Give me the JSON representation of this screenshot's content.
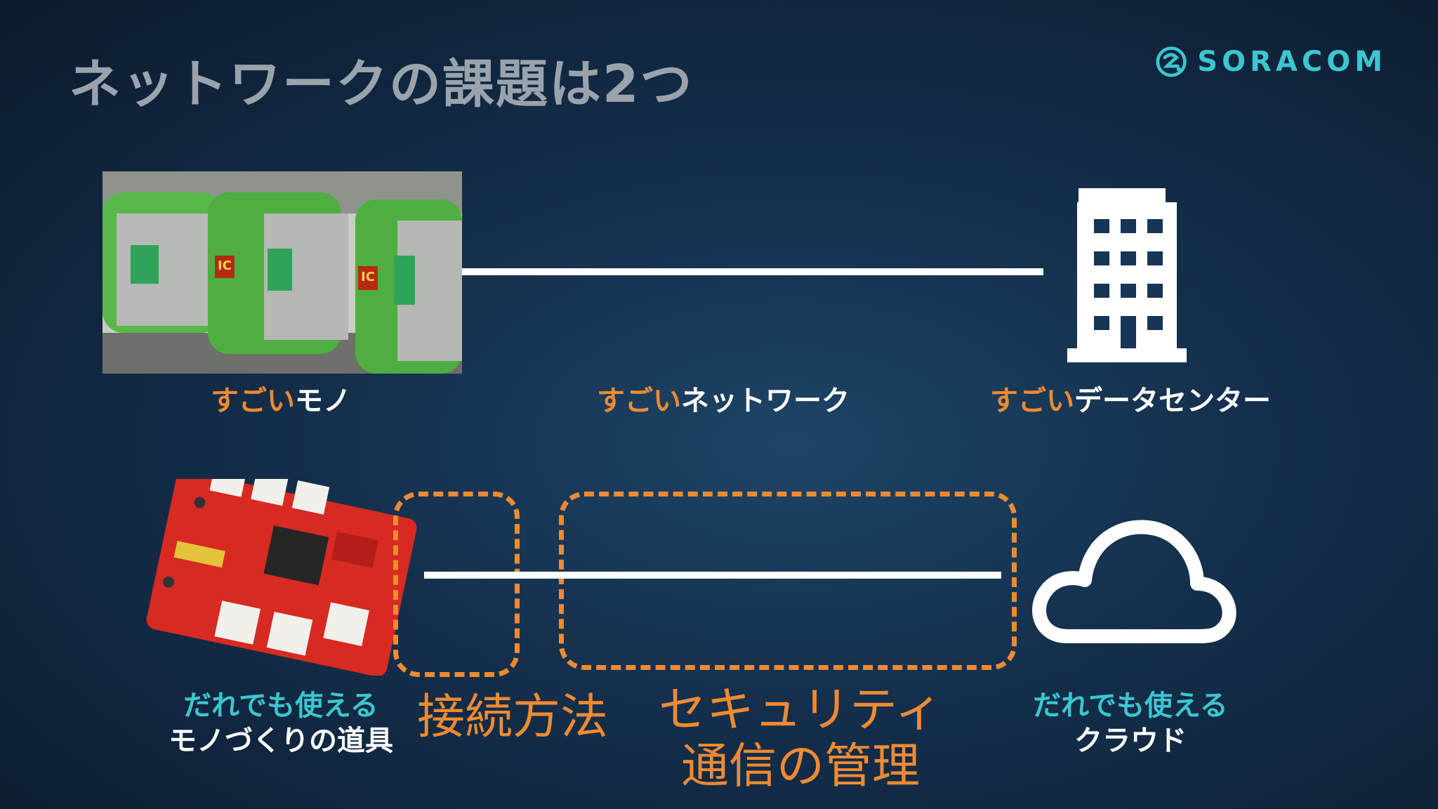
{
  "slide": {
    "title": "ネットワークの課題は2つ",
    "logo_text": "SORACOM"
  },
  "top_row": {
    "thing": {
      "prefix": "すごい",
      "suffix": "モノ"
    },
    "network": {
      "prefix": "すごい",
      "suffix": "ネットワーク"
    },
    "datacenter": {
      "prefix": "すごい",
      "suffix": "データセンター"
    },
    "photo_gate_text_1": "IC",
    "photo_gate_text_2": "IC"
  },
  "bottom_row": {
    "maker": {
      "line1": "だれでも使える",
      "line2": "モノづくりの道具"
    },
    "connection": "接続方法",
    "security": {
      "line1": "セキュリティ",
      "line2": "通信の管理"
    },
    "cloud": {
      "line1": "だれでも使える",
      "line2": "クラウド"
    }
  },
  "colors": {
    "accent_orange": "#f08a32",
    "accent_cyan": "#3cc6cf",
    "title_gray": "#9aa3ac"
  },
  "icons": [
    "soracom-logo-icon",
    "building-icon",
    "cloud-icon"
  ]
}
